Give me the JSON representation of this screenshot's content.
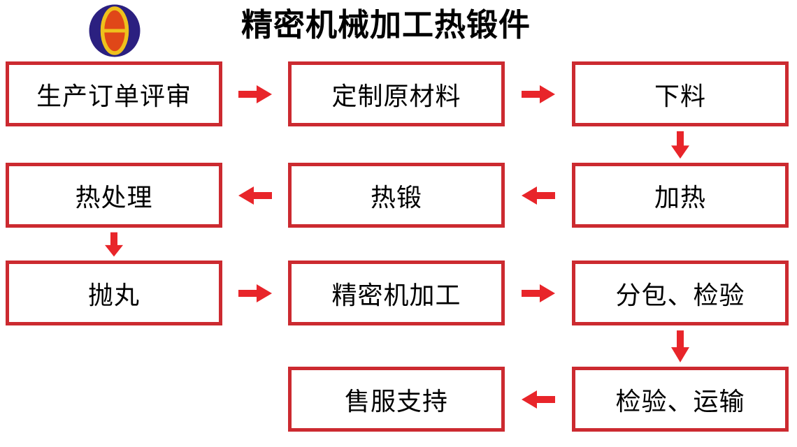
{
  "title": "精密机械加工热锻件",
  "colors": {
    "background": "#ffffff",
    "box_border": "#cc2a30",
    "box_fill": "#ffffff",
    "arrow": "#e8252a",
    "text": "#000000",
    "logo_outer": "#2b2080",
    "logo_ring": "#eec11c",
    "logo_inner": "#e04718"
  },
  "logo": {
    "icon": "theta-oval-logo"
  },
  "flowchart": {
    "nodes": [
      {
        "id": "order-review",
        "label": "生产订单评审",
        "row": 1,
        "col": 1
      },
      {
        "id": "custom-raw-material",
        "label": "定制原材料",
        "row": 1,
        "col": 2
      },
      {
        "id": "cutting",
        "label": "下料",
        "row": 1,
        "col": 3
      },
      {
        "id": "heating",
        "label": "加热",
        "row": 2,
        "col": 3
      },
      {
        "id": "hot-forging",
        "label": "热锻",
        "row": 2,
        "col": 2
      },
      {
        "id": "heat-treatment",
        "label": "热处理",
        "row": 2,
        "col": 1
      },
      {
        "id": "shot-blasting",
        "label": "抛丸",
        "row": 3,
        "col": 1
      },
      {
        "id": "precision-machining",
        "label": "精密机加工",
        "row": 3,
        "col": 2
      },
      {
        "id": "subcontract-inspection",
        "label": "分包、检验",
        "row": 3,
        "col": 3
      },
      {
        "id": "inspection-transport",
        "label": "检验、运输",
        "row": 4,
        "col": 3
      },
      {
        "id": "after-sales-support",
        "label": "售服支持",
        "row": 4,
        "col": 2
      }
    ],
    "arrows": [
      {
        "from": "order-review",
        "to": "custom-raw-material",
        "dir": "right",
        "row": 1,
        "gap": 1
      },
      {
        "from": "custom-raw-material",
        "to": "cutting",
        "dir": "right",
        "row": 1,
        "gap": 2
      },
      {
        "from": "cutting",
        "to": "heating",
        "dir": "down",
        "col": 3,
        "after_row": 1
      },
      {
        "from": "heating",
        "to": "hot-forging",
        "dir": "left",
        "row": 2,
        "gap": 2
      },
      {
        "from": "hot-forging",
        "to": "heat-treatment",
        "dir": "left",
        "row": 2,
        "gap": 1
      },
      {
        "from": "heat-treatment",
        "to": "shot-blasting",
        "dir": "down",
        "col": 1,
        "after_row": 2
      },
      {
        "from": "shot-blasting",
        "to": "precision-machining",
        "dir": "right",
        "row": 3,
        "gap": 1
      },
      {
        "from": "precision-machining",
        "to": "subcontract-inspection",
        "dir": "right",
        "row": 3,
        "gap": 2
      },
      {
        "from": "subcontract-inspection",
        "to": "inspection-transport",
        "dir": "down",
        "col": 3,
        "after_row": 3
      },
      {
        "from": "inspection-transport",
        "to": "after-sales-support",
        "dir": "left",
        "row": 4,
        "gap": 2
      }
    ]
  }
}
